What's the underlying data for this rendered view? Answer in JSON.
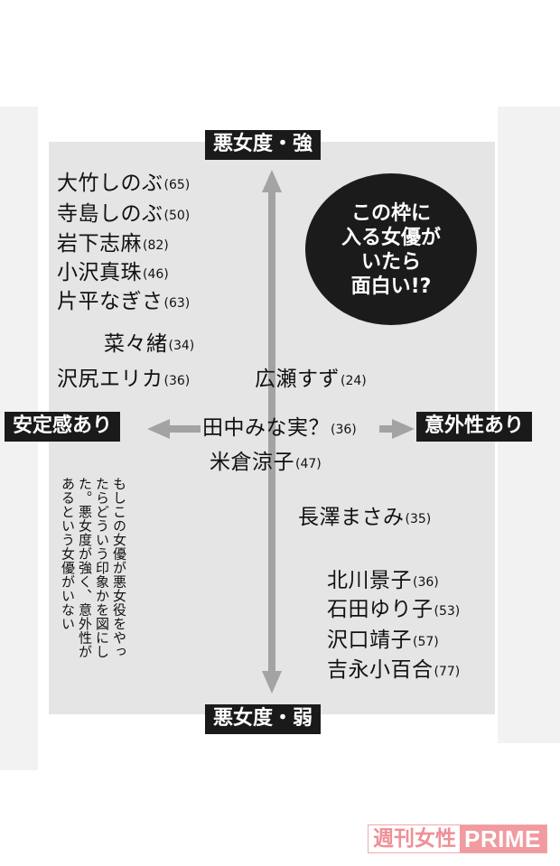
{
  "chart_data": {
    "type": "quadrant-scatter",
    "axes": {
      "top": "悪女度・強",
      "bottom": "悪女度・弱",
      "left": "安定感あり",
      "right": "意外性あり"
    },
    "actresses": [
      {
        "name": "大竹しのぶ",
        "age": "(65)"
      },
      {
        "name": "寺島しのぶ",
        "age": "(50)"
      },
      {
        "name": "岩下志麻",
        "age": "(82)"
      },
      {
        "name": "小沢真珠",
        "age": "(46)"
      },
      {
        "name": "片平なぎさ",
        "age": "(63)"
      },
      {
        "name": "菜々緒",
        "age": "(34)"
      },
      {
        "name": "沢尻エリカ",
        "age": "(36)"
      },
      {
        "name": "広瀬すず",
        "age": "(24)"
      },
      {
        "name": "田中みな実？",
        "age": "(36)"
      },
      {
        "name": "米倉涼子",
        "age": "(47)"
      },
      {
        "name": "長澤まさみ",
        "age": "(35)"
      },
      {
        "name": "北川景子",
        "age": "(36)"
      },
      {
        "name": "石田ゆり子",
        "age": "(53)"
      },
      {
        "name": "沢口靖子",
        "age": "(57)"
      },
      {
        "name": "吉永小百合",
        "age": "(77)"
      }
    ],
    "callout_lines": [
      "この枠に",
      "入る女優が",
      "いたら",
      "面白い!?"
    ],
    "note_lines": [
      "もしこの女優が悪女役をやっ",
      "たらどういう印象かを図にし",
      "た。悪女度が強く、意外性が",
      "あるという女優がいない"
    ]
  },
  "watermark": {
    "jp": "週刊女性",
    "en": "PRIME"
  },
  "colors": {
    "panel": "#e5e5e5",
    "arrow": "#a3a3a3",
    "label_bg": "#1a1a1a",
    "watermark": "#f19aa0"
  }
}
